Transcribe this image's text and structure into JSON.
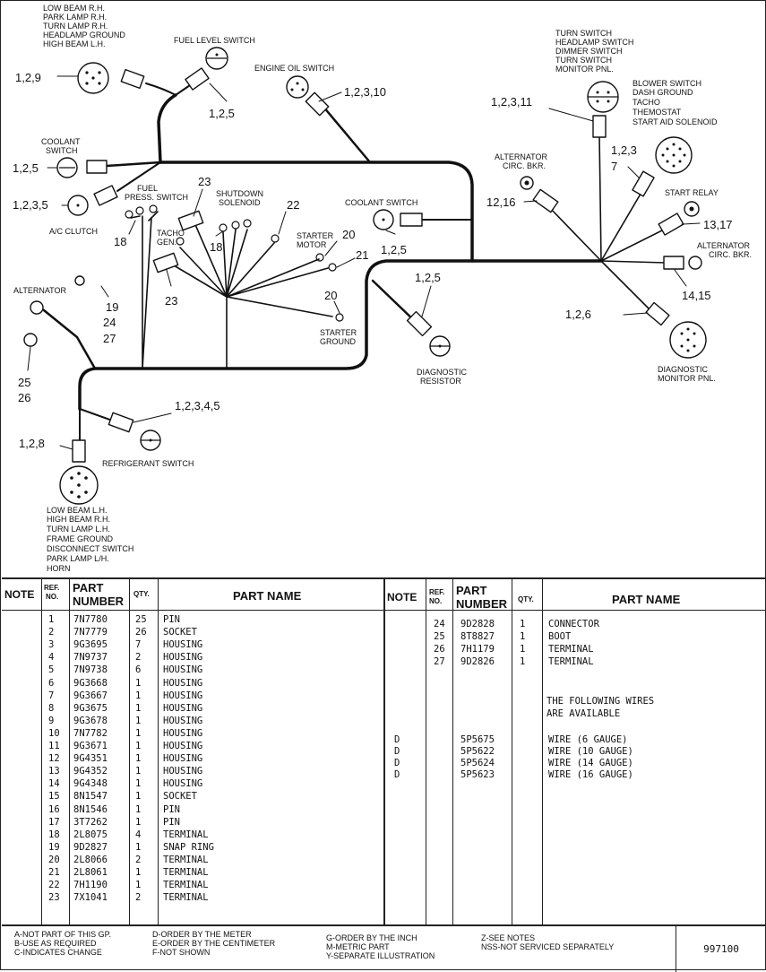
{
  "diagram": {
    "labels": {
      "top_left_connector": [
        "LOW BEAM R.H.",
        "PARK LAMP R.H.",
        "TURN LAMP R.H.",
        "HEADLAMP GROUND",
        "HIGH BEAM L.H."
      ],
      "fuel_level_switch": "FUEL LEVEL SWITCH",
      "engine_oil_switch": "ENGINE OIL SWITCH",
      "coolant_switch_left": [
        "COOLANT",
        "SWITCH"
      ],
      "ac_clutch": "A/C CLUTCH",
      "fuel_press_switch": [
        "FUEL",
        "PRESS. SWITCH"
      ],
      "shutdown_solenoid": [
        "SHUTDOWN",
        "SOLENOID"
      ],
      "tacho_gen": [
        "TACHO",
        "GEN."
      ],
      "coolant_switch_mid": "COOLANT SWITCH",
      "starter_motor": [
        "STARTER",
        "MOTOR"
      ],
      "starter_ground": [
        "STARTER",
        "GROUND"
      ],
      "alternator_left": "ALTERNATOR",
      "diagnostic_resistor": [
        "DIAGNOSTIC",
        "RESISTOR"
      ],
      "refrigerant_switch": "REFRIGERANT SWITCH",
      "bottom_connector": [
        "LOW BEAM L.H.",
        "HIGH BEAM R.H.",
        "TURN LAMP L.H.",
        "FRAME GROUND",
        "DISCONNECT  SWITCH",
        "PARK LAMP L/H.",
        "HORN"
      ],
      "turn_switch_group": [
        "TURN SWITCH",
        "HEADLAMP SWITCH",
        "DIMMER SWITCH",
        "TURN SWITCH",
        "MONITOR PNL."
      ],
      "blower_switch_group": [
        "BLOWER SWITCH",
        "DASH GROUND",
        "TACHO",
        "THEMOSTAT",
        "START AID SOLENOID"
      ],
      "alternator_circ_bkr_left": [
        "ALTERNATOR",
        "CIRC. BKR."
      ],
      "start_relay": "START RELAY",
      "alternator_circ_bkr_right": [
        "ALTERNATOR",
        "CIRC. BKR."
      ],
      "diagnostic_monitor": [
        "DIAGNOSTIC",
        "MONITOR PNL."
      ]
    },
    "callouts": {
      "c1": "1,2,9",
      "c2": "1,2,5",
      "c3": "1,2,3,10",
      "c4": "1,2,5",
      "c5": "1,2,3,5",
      "c6": "23",
      "c7": "18",
      "c8": "18",
      "c9": "22",
      "c10": "23",
      "c11": "20",
      "c12": "21",
      "c13": "1,2,5",
      "c14": "1,2,5",
      "c15": "20",
      "c16": "19",
      "c17": "24",
      "c18": "27",
      "c19": "25",
      "c20": "26",
      "c21": "1,2,3,4,5",
      "c22": "1,2,8",
      "c23": "1,2,3,11",
      "c24": "1,2,3",
      "c25": "7",
      "c26": "12,16",
      "c27": "13,17",
      "c28": "14,15",
      "c29": "1,2,6"
    }
  },
  "table": {
    "headers": {
      "note": "NOTE",
      "ref_no": [
        "REF.",
        "NO."
      ],
      "part_number": [
        "PART",
        "NUMBER"
      ],
      "qty": "QTY.",
      "part_name": "PART NAME"
    },
    "left_rows": [
      {
        "ref": "1",
        "part": "7N7780",
        "qty": "25",
        "name": "PIN"
      },
      {
        "ref": "2",
        "part": "7N7779",
        "qty": "26",
        "name": "SOCKET"
      },
      {
        "ref": "3",
        "part": "9G3695",
        "qty": "7",
        "name": "HOUSING"
      },
      {
        "ref": "4",
        "part": "7N9737",
        "qty": "2",
        "name": "HOUSING"
      },
      {
        "ref": "5",
        "part": "7N9738",
        "qty": "6",
        "name": "HOUSING"
      },
      {
        "ref": "6",
        "part": "9G3668",
        "qty": "1",
        "name": "HOUSING"
      },
      {
        "ref": "7",
        "part": "9G3667",
        "qty": "1",
        "name": "HOUSING"
      },
      {
        "ref": "8",
        "part": "9G3675",
        "qty": "1",
        "name": "HOUSING"
      },
      {
        "ref": "9",
        "part": "9G3678",
        "qty": "1",
        "name": "HOUSING"
      },
      {
        "ref": "10",
        "part": "7N7782",
        "qty": "1",
        "name": "HOUSING"
      },
      {
        "ref": "11",
        "part": "9G3671",
        "qty": "1",
        "name": "HOUSING"
      },
      {
        "ref": "12",
        "part": "9G4351",
        "qty": "1",
        "name": "HOUSING"
      },
      {
        "ref": "13",
        "part": "9G4352",
        "qty": "1",
        "name": "HOUSING"
      },
      {
        "ref": "14",
        "part": "9G4348",
        "qty": "1",
        "name": "HOUSING"
      },
      {
        "ref": "15",
        "part": "8N1547",
        "qty": "1",
        "name": "SOCKET"
      },
      {
        "ref": "16",
        "part": "8N1546",
        "qty": "1",
        "name": "PIN"
      },
      {
        "ref": "17",
        "part": "3T7262",
        "qty": "1",
        "name": "PIN"
      },
      {
        "ref": "18",
        "part": "2L8075",
        "qty": "4",
        "name": "TERMINAL"
      },
      {
        "ref": "19",
        "part": "9D2827",
        "qty": "1",
        "name": "SNAP RING"
      },
      {
        "ref": "20",
        "part": "2L8066",
        "qty": "2",
        "name": "TERMINAL"
      },
      {
        "ref": "21",
        "part": "2L8061",
        "qty": "1",
        "name": "TERMINAL"
      },
      {
        "ref": "22",
        "part": "7H1190",
        "qty": "1",
        "name": "TERMINAL"
      },
      {
        "ref": "23",
        "part": "7X1041",
        "qty": "2",
        "name": "TERMINAL"
      }
    ],
    "right_rows": [
      {
        "note": "",
        "ref": "24",
        "part": "9D2828",
        "qty": "1",
        "name": "CONNECTOR"
      },
      {
        "note": "",
        "ref": "25",
        "part": "8T8827",
        "qty": "1",
        "name": "BOOT"
      },
      {
        "note": "",
        "ref": "26",
        "part": "7H1179",
        "qty": "1",
        "name": "TERMINAL"
      },
      {
        "note": "",
        "ref": "27",
        "part": "9D2826",
        "qty": "1",
        "name": "TERMINAL"
      }
    ],
    "wires_note": [
      "THE FOLLOWING WIRES",
      "ARE AVAILABLE"
    ],
    "wire_rows": [
      {
        "note": "D",
        "part": "5P5675",
        "name": "WIRE (6 GAUGE)"
      },
      {
        "note": "D",
        "part": "5P5622",
        "name": "WIRE (10 GAUGE)"
      },
      {
        "note": "D",
        "part": "5P5624",
        "name": "WIRE (14 GAUGE)"
      },
      {
        "note": "D",
        "part": "5P5623",
        "name": "WIRE (16 GAUGE)"
      }
    ]
  },
  "footer": {
    "col1": [
      "A-NOT PART OF THIS GP.",
      "B-USE AS REQUIRED",
      "C-INDICATES CHANGE"
    ],
    "col2": [
      "D-ORDER BY THE METER",
      "E-ORDER BY THE CENTIMETER",
      "F-NOT SHOWN"
    ],
    "col3": [
      "G-ORDER BY THE INCH",
      "M-METRIC PART",
      "Y-SEPARATE ILLUSTRATION"
    ],
    "col4": [
      "Z-SEE NOTES",
      "NSS-NOT SERVICED SEPARATELY"
    ],
    "doc_number": "997100"
  }
}
